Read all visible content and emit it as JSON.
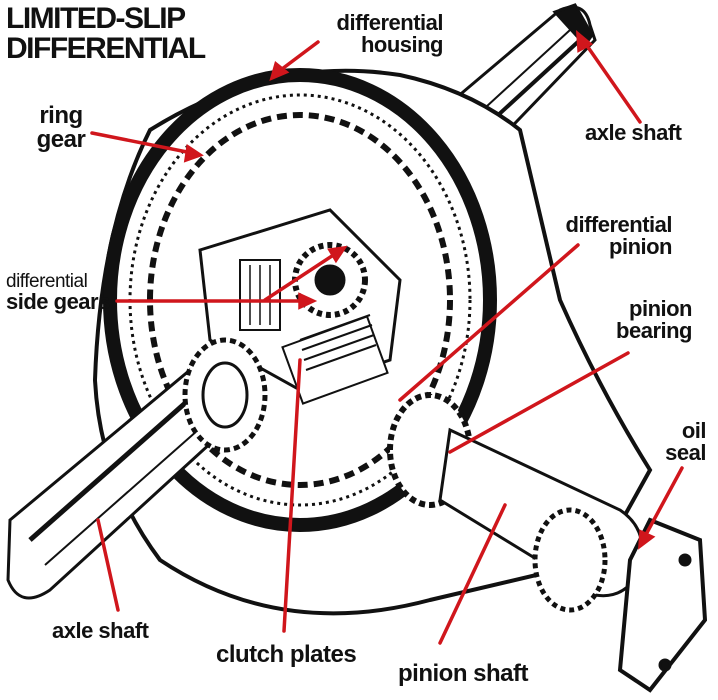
{
  "title": {
    "line1": "LIMITED-SLIP",
    "line2": "DIFFERENTIAL"
  },
  "labels": {
    "differential_housing": {
      "line1": "differential",
      "line2": "housing"
    },
    "ring_gear": {
      "line1": "ring",
      "line2": "gear"
    },
    "axle_shaft_top": {
      "line1": "axle shaft"
    },
    "differential_pinion": {
      "line1": "differential",
      "line2": "pinion"
    },
    "differential_side_gears": {
      "line1": "differential",
      "line2": "side gears"
    },
    "pinion_bearing": {
      "line1": "pinion",
      "line2": "bearing"
    },
    "oil_seal": {
      "line1": "oil",
      "line2": "seal"
    },
    "axle_shaft_bottom": {
      "line1": "axle shaft"
    },
    "clutch_plates": {
      "line1": "clutch plates"
    },
    "pinion_shaft": {
      "line1": "pinion shaft"
    }
  },
  "colors": {
    "leader_line": "#d0161c",
    "ink": "#111111",
    "background": "#ffffff"
  }
}
